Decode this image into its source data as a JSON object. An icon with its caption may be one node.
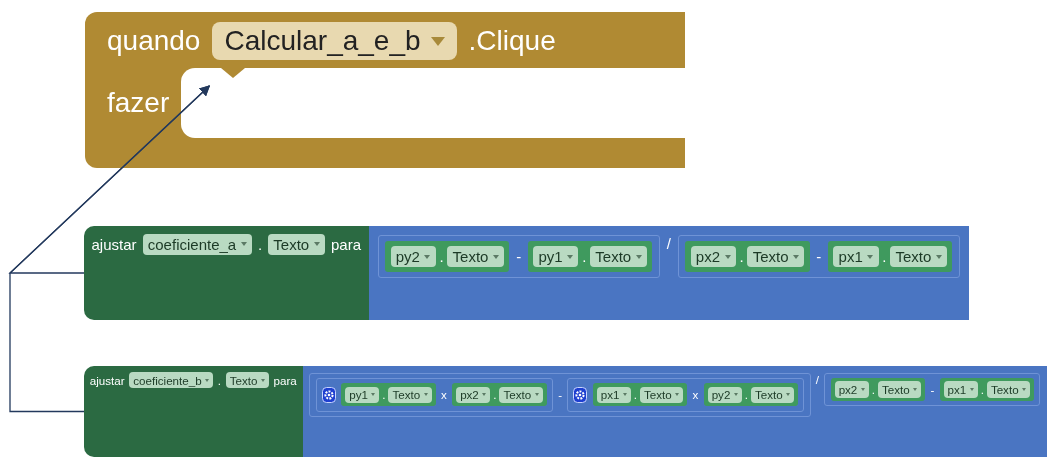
{
  "diagram": {
    "nodes": [
      {
        "text": [
          "quando",
          ".Clique",
          "fazer"
        ]
      },
      {
        "text": [
          "Calcular_a_e_b"
        ],
        "in": 0
      },
      {
        "text": [],
        "shape": "box",
        "in": 0
      },
      {
        "text": [
          "ajustar",
          ".",
          "para"
        ]
      },
      {
        "text": [
          "coeficiente_a"
        ],
        "in": 3
      },
      {
        "text": [
          "Texto"
        ],
        "in": 3
      },
      {
        "text": [
          "/"
        ],
        "in": 3
      },
      {
        "text": [
          "-"
        ],
        "in": 6
      },
      {
        "text": [
          "."
        ],
        "in": 7
      },
      {
        "text": [
          "py2"
        ],
        "in": 8
      },
      {
        "text": [
          "Texto"
        ],
        "in": 8
      },
      {
        "text": [
          "."
        ],
        "in": 7
      },
      {
        "text": [
          "py1"
        ],
        "in": 11
      },
      {
        "text": [
          "Texto"
        ],
        "in": 11
      },
      {
        "text": [
          "-"
        ],
        "in": 6
      },
      {
        "text": [
          "."
        ],
        "in": 14
      },
      {
        "text": [
          "px2"
        ],
        "in": 15
      },
      {
        "text": [
          "Texto"
        ],
        "in": 15
      },
      {
        "text": [
          "."
        ],
        "in": 14
      },
      {
        "text": [
          "px1"
        ],
        "in": 18
      },
      {
        "text": [
          "Texto"
        ],
        "in": 18
      },
      {
        "text": [
          "ajustar",
          ".",
          "para"
        ]
      },
      {
        "text": [
          "coeficiente_b"
        ],
        "in": 21
      },
      {
        "text": [
          "Texto"
        ],
        "in": 21
      },
      {
        "text": [
          "/"
        ],
        "in": 21
      },
      {
        "text": [
          "-"
        ],
        "in": 24
      },
      {
        "text": [
          "x"
        ],
        "in": 25
      },
      {
        "text": [
          "."
        ],
        "in": 26
      },
      {
        "text": [
          "py1"
        ],
        "in": 27
      },
      {
        "text": [
          "Texto"
        ],
        "in": 27
      },
      {
        "text": [
          "."
        ],
        "in": 26
      },
      {
        "text": [
          "px2"
        ],
        "in": 30
      },
      {
        "text": [
          "Texto"
        ],
        "in": 30
      },
      {
        "text": [
          "x"
        ],
        "in": 25
      },
      {
        "text": [
          "."
        ],
        "in": 33
      },
      {
        "text": [
          "px1"
        ],
        "in": 34
      },
      {
        "text": [
          "Texto"
        ],
        "in": 34
      },
      {
        "text": [
          "."
        ],
        "in": 33
      },
      {
        "text": [
          "py2"
        ],
        "in": 37
      },
      {
        "text": [
          "Texto"
        ],
        "in": 37
      },
      {
        "text": [
          "-"
        ],
        "in": 24
      },
      {
        "text": [
          "."
        ],
        "in": 40
      },
      {
        "text": [
          "px2"
        ],
        "in": 41
      },
      {
        "text": [
          "Texto"
        ],
        "in": 41
      },
      {
        "text": [
          "."
        ],
        "in": 40
      },
      {
        "text": [
          "px1"
        ],
        "in": 44
      },
      {
        "text": [
          "Texto"
        ],
        "in": 44
      }
    ],
    "edges": [
      {
        "from": 3,
        "to": 2,
        "arrow": "to"
      },
      {
        "from": 21,
        "to": 2,
        "arrow": "to"
      }
    ]
  }
}
